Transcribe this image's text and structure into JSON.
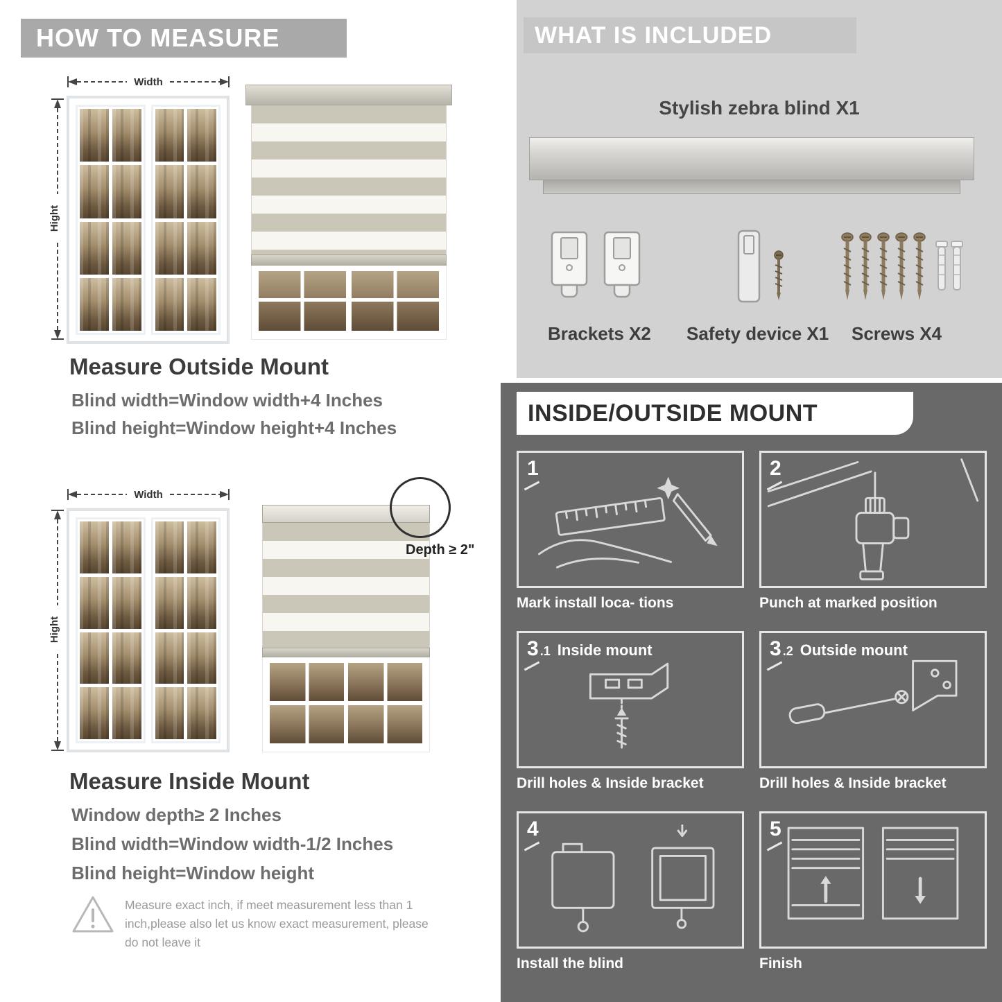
{
  "measure": {
    "banner": "HOW TO MEASURE",
    "width_label": "Width",
    "height_label": "Hight",
    "outside": {
      "heading": "Measure Outside Mount",
      "lines": [
        "Blind width=Window width+4 Inches",
        "Blind height=Window height+4 Inches"
      ]
    },
    "inside": {
      "depth_callout": "Depth ≥ 2\"",
      "heading": "Measure Inside Mount",
      "lines": [
        "Window depth≥ 2 Inches",
        "Blind width=Window width-1/2 Inches",
        "Blind height=Window height"
      ]
    },
    "warning": "Measure exact inch, if meet measurement less than 1 inch,please also let us know exact measurement, please do not leave it"
  },
  "included": {
    "banner": "WHAT IS INCLUDED",
    "product_label": "Stylish zebra blind X1",
    "items": [
      "Brackets X2",
      "Safety device X1",
      "Screws X4"
    ]
  },
  "mount": {
    "banner": "INSIDE/OUTSIDE MOUNT",
    "steps": [
      {
        "num": "1",
        "sub": "",
        "title": "",
        "caption": "Mark install loca- tions"
      },
      {
        "num": "2",
        "sub": "",
        "title": "",
        "caption": "Punch at  marked position"
      },
      {
        "num": "3",
        "sub": ".1",
        "title": "Inside mount",
        "caption": "Drill holes &  Inside bracket"
      },
      {
        "num": "3",
        "sub": ".2",
        "title": "Outside mount",
        "caption": "Drill holes &  Inside bracket"
      },
      {
        "num": "4",
        "sub": "",
        "title": "",
        "caption": "Install the blind"
      },
      {
        "num": "5",
        "sub": "",
        "title": "",
        "caption": "Finish"
      }
    ]
  },
  "colors": {
    "banner_gray": "#a9a9a9",
    "panel_light": "#d2d2d2",
    "panel_dark": "#696969"
  }
}
